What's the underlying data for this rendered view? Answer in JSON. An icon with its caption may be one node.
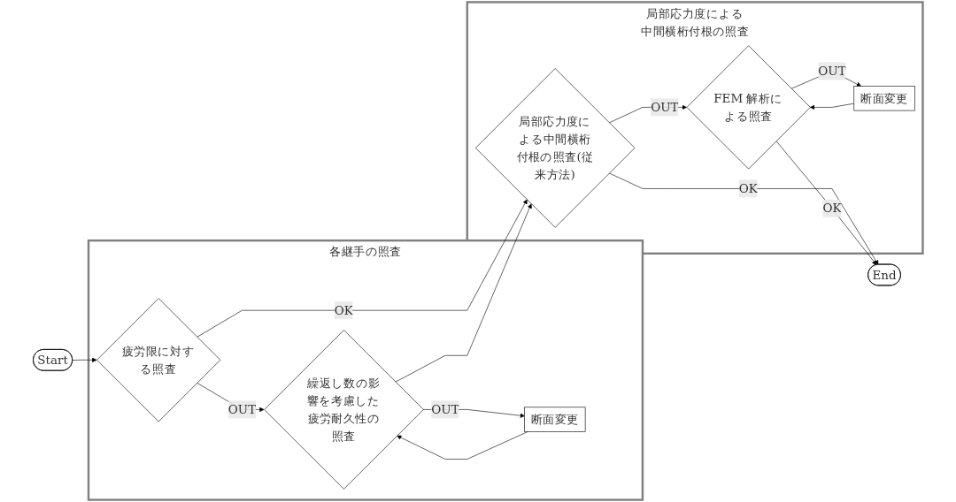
{
  "diagram": {
    "nodes": [
      {
        "text": [
          "Start"
        ]
      },
      {
        "text": [
          "各継手の照査"
        ]
      },
      {
        "text": [
          "疲労限に対する照査"
        ],
        "in": 1
      },
      {
        "text": [
          "繰返し数の影響を考慮した疲労耐久性の照査"
        ],
        "in": 1
      },
      {
        "text": [
          "断面変更"
        ],
        "in": 1
      },
      {
        "text": [
          "局部応力度による中間横桁付根の照査"
        ]
      },
      {
        "text": [
          "局部応力度による中間横桁付根の照査(従来方法)"
        ],
        "in": 5
      },
      {
        "text": [
          "FEM 解析による照査"
        ],
        "in": 5
      },
      {
        "text": [
          "断面変更"
        ],
        "in": 5
      },
      {
        "text": [
          "End"
        ]
      }
    ],
    "edges": [
      {
        "from": 0,
        "to": 2,
        "arrow": "to"
      },
      {
        "from": 2,
        "to": 3,
        "label": "OUT",
        "arrow": "to"
      },
      {
        "from": 3,
        "to": 4,
        "label": "OUT",
        "arrow": "to"
      },
      {
        "from": 4,
        "to": 3,
        "arrow": "to"
      },
      {
        "from": 2,
        "to": 6,
        "label": "OK",
        "arrow": "to"
      },
      {
        "from": 3,
        "to": 6,
        "arrow": "to"
      },
      {
        "from": 6,
        "to": 7,
        "label": "OUT",
        "arrow": "to"
      },
      {
        "from": 7,
        "to": 8,
        "label": "OUT",
        "arrow": "to"
      },
      {
        "from": 8,
        "to": 7,
        "arrow": "to"
      },
      {
        "from": 6,
        "to": 9,
        "label": "OK",
        "arrow": "to"
      },
      {
        "from": 7,
        "to": 9,
        "label": "OK",
        "arrow": "to"
      }
    ]
  }
}
